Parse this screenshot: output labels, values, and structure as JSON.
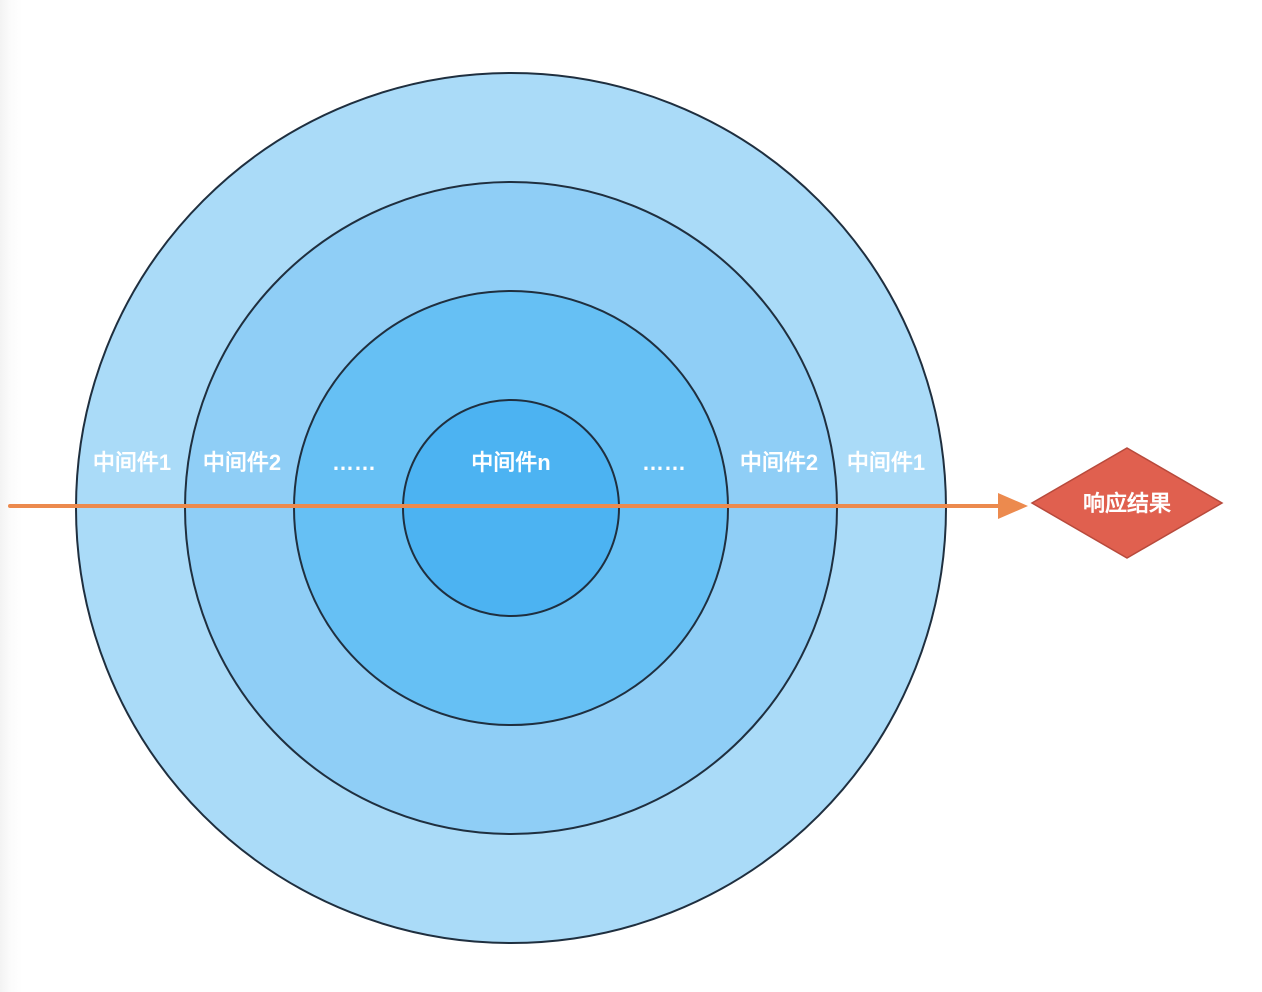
{
  "diagram": {
    "rings": [
      {
        "id": "ring-1",
        "fill": "#aadbf8"
      },
      {
        "id": "ring-2",
        "fill": "#8fcef6"
      },
      {
        "id": "ring-3",
        "fill": "#66c0f4"
      },
      {
        "id": "ring-n",
        "fill": "#4cb3f2"
      }
    ],
    "labels": {
      "left_outer": "中间件1",
      "left_second": "中间件2",
      "left_ellipsis": "……",
      "center": "中间件n",
      "right_ellipsis": "……",
      "right_second": "中间件2",
      "right_outer": "中间件1"
    },
    "response": {
      "label": "响应结果",
      "fill": "#e0604f"
    },
    "arrow": {
      "color": "#ec8a4e"
    },
    "ring_stroke": "#1f2f3f"
  }
}
